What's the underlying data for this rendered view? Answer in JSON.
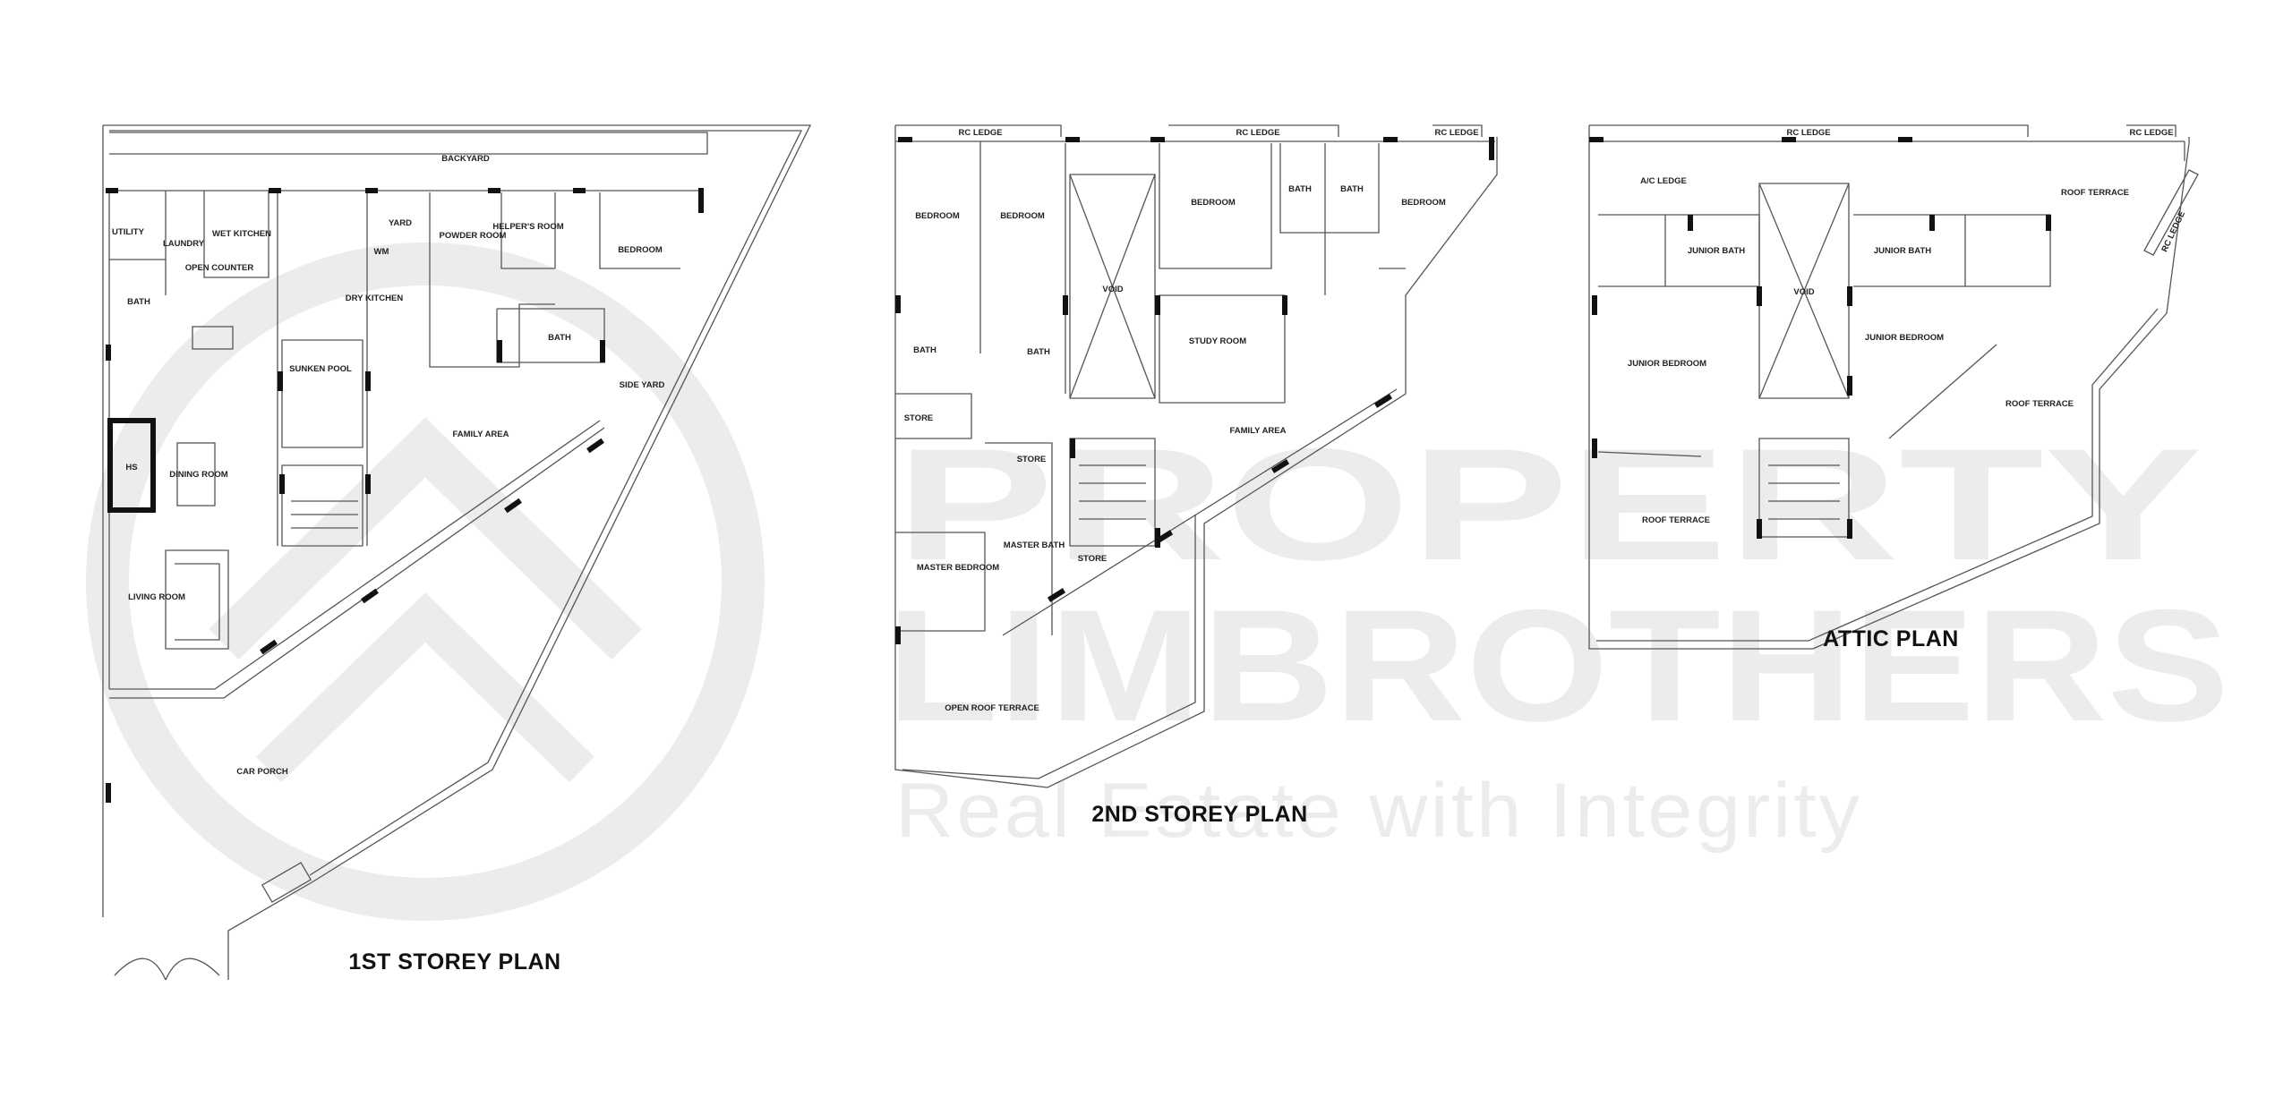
{
  "watermark": {
    "line1": "PROPERTY",
    "line2": "LIMBROTHERS",
    "tagline": "Real Estate with Integrity",
    "emblem": "house-circle-logo"
  },
  "plans": [
    {
      "title": "1ST STOREY PLAN",
      "rooms": [
        "BACKYARD",
        "UTILITY",
        "LAUNDRY",
        "WET KITCHEN",
        "OPEN COUNTER",
        "BATH",
        "YARD",
        "WM",
        "POWDER ROOM",
        "HELPER'S ROOM",
        "BEDROOM",
        "DRY KITCHEN",
        "BATH",
        "SIDE YARD",
        "SUNKEN POOL",
        "FAMILY AREA",
        "HS",
        "DINING ROOM",
        "LIVING ROOM",
        "CAR PORCH"
      ]
    },
    {
      "title": "2ND STOREY PLAN",
      "rooms": [
        "RC LEDGE",
        "RC LEDGE",
        "RC LEDGE",
        "BEDROOM",
        "BEDROOM",
        "BEDROOM",
        "BATH",
        "BATH",
        "BEDROOM",
        "VOID",
        "STUDY ROOM",
        "BATH",
        "BATH",
        "STORE",
        "STORE",
        "FAMILY AREA",
        "STORE",
        "MASTER BATH",
        "MASTER BEDROOM",
        "OPEN ROOF TERRACE"
      ]
    },
    {
      "title": "ATTIC PLAN",
      "rooms": [
        "RC LEDGE",
        "RC LEDGE",
        "A/C LEDGE",
        "ROOF TERRACE",
        "RC LEDGE",
        "JUNIOR BATH",
        "VOID",
        "JUNIOR BATH",
        "JUNIOR BEDROOM",
        "JUNIOR BEDROOM",
        "ROOF TERRACE",
        "ROOF TERRACE"
      ]
    }
  ]
}
